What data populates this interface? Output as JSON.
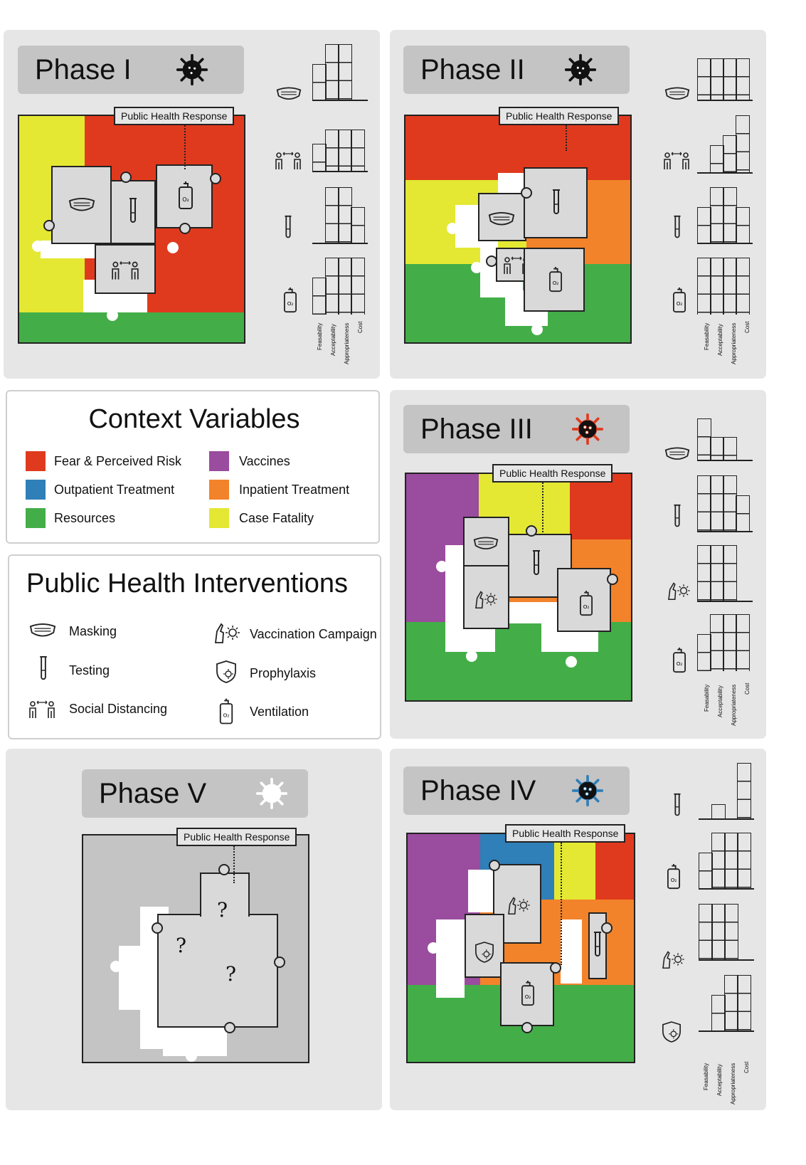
{
  "phases": {
    "p1": {
      "title": "Phase I"
    },
    "p2": {
      "title": "Phase II"
    },
    "p3": {
      "title": "Phase III"
    },
    "p4": {
      "title": "Phase IV"
    },
    "p5": {
      "title": "Phase V"
    }
  },
  "response_label": "Public Health Response",
  "criteria": [
    "Feasability",
    "Acceptability",
    "Appropriateness",
    "Cost"
  ],
  "context": {
    "title": "Context Variables",
    "items": [
      {
        "label": "Fear & Perceived Risk",
        "color": "#e03a1e"
      },
      {
        "label": "Vaccines",
        "color": "#9a4c9e"
      },
      {
        "label": "Outpatient Treatment",
        "color": "#2f7fb8"
      },
      {
        "label": "Inpatient Treatment",
        "color": "#f2832a"
      },
      {
        "label": "Resources",
        "color": "#43ae48"
      },
      {
        "label": "Case Fatality",
        "color": "#e4e833"
      }
    ]
  },
  "interventions": {
    "title": "Public Health Interventions",
    "items": [
      {
        "label": "Masking",
        "icon": "mask-icon"
      },
      {
        "label": "Vaccination Campaign",
        "icon": "vaccination-icon"
      },
      {
        "label": "Testing",
        "icon": "test-tube-icon"
      },
      {
        "label": "Prophylaxis",
        "icon": "shield-icon"
      },
      {
        "label": "Social Distancing",
        "icon": "distancing-icon"
      },
      {
        "label": "Ventilation",
        "icon": "oxygen-icon"
      }
    ]
  },
  "question_mark": "?",
  "oxygen_label": "O₂",
  "colors": {
    "fear": "#e03a1e",
    "case_fatality": "#e4e833",
    "resources": "#43ae48",
    "inpatient": "#f2832a",
    "vaccines": "#9a4c9e",
    "outpatient": "#2f7fb8",
    "panel": "#e6e6e6",
    "header": "#c4c4c4"
  }
}
